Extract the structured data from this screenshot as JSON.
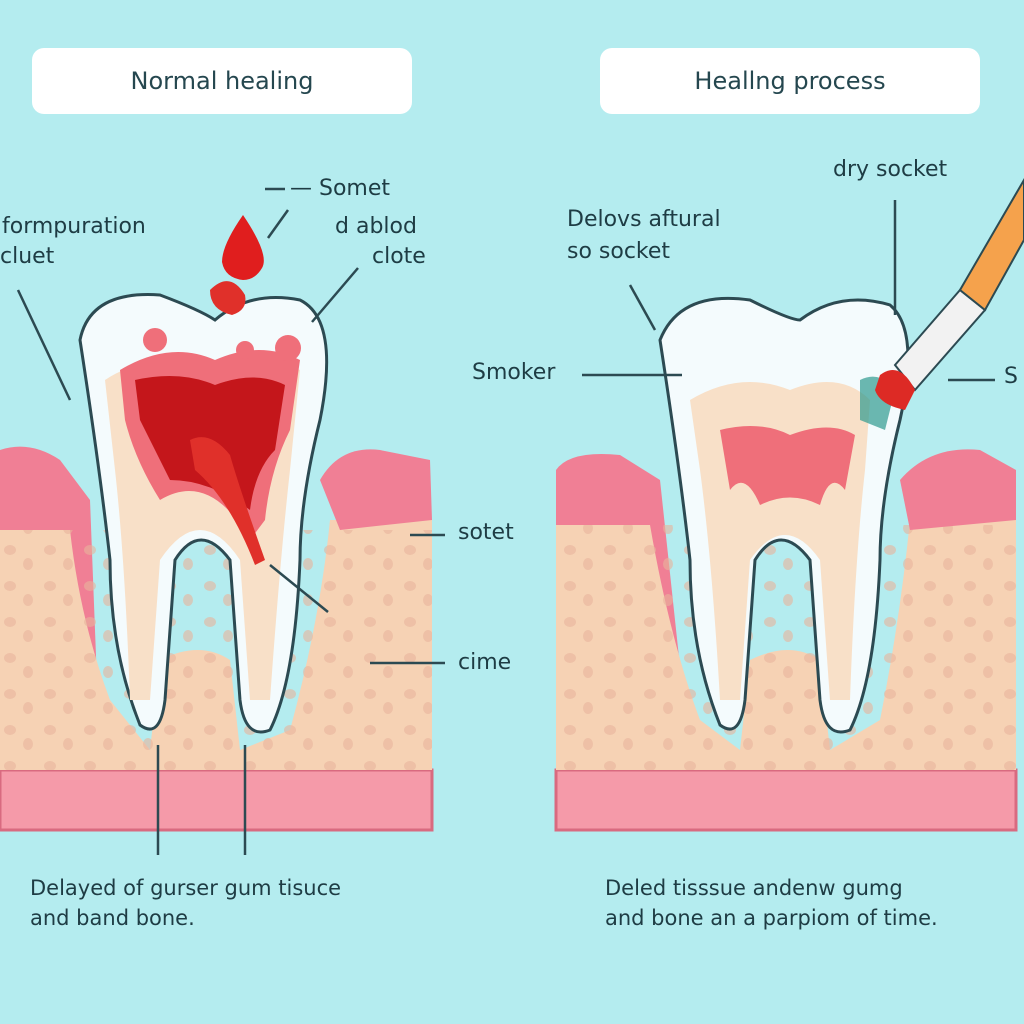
{
  "panels": {
    "left": {
      "title": "Normal healing",
      "labels": {
        "somet": "— Somet",
        "formpuration": "formpuration",
        "cluet": "cluet",
        "ablod": "d ablod",
        "clote": "clote",
        "sotet": "sotet",
        "cime": "cime"
      },
      "caption": [
        "Delayed of gurser gum tisuce",
        "and band bone."
      ]
    },
    "right": {
      "title": "Heallng process",
      "labels": {
        "dry_socket": "dry socket",
        "delovs": "Delovs aftural",
        "so_socket": "so socket",
        "smoker": "Smoker",
        "s": "S"
      },
      "caption": [
        "Deled tisssue andenw gumg",
        "and bone an a parpiom of time."
      ]
    }
  },
  "colors": {
    "background": "#b4ecef",
    "gum": "#f07f95",
    "bone": "#f6d2b4",
    "blood": "#d9201e",
    "enamel": "#f4fbfd"
  }
}
